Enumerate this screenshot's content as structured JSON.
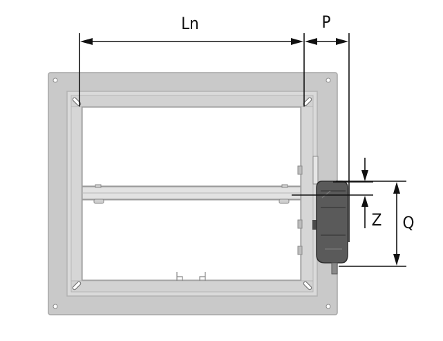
{
  "dimensions": {
    "ln": "Ln",
    "p": "P",
    "z": "Z",
    "q": "Q"
  },
  "colors": {
    "frame": "#c9c9c9",
    "frame_edge": "#a6a6a6",
    "inner_frame": "#d8d8d8",
    "blade": "#e4e4e4",
    "panel": "#ffffff",
    "line": "#111111",
    "actuator": "#5a5a5a",
    "actuator_dark": "#3c3c3c"
  }
}
